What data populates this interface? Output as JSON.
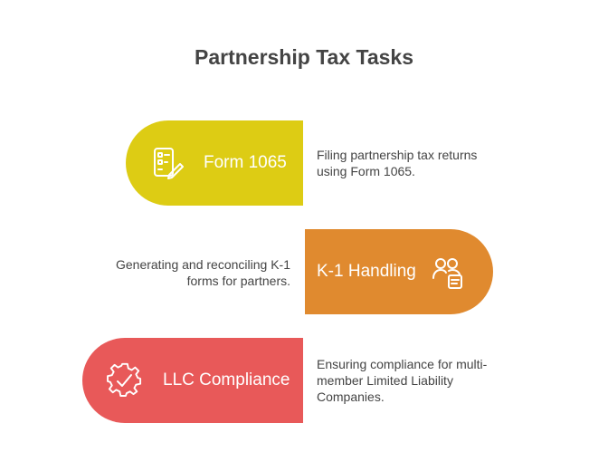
{
  "title": "Partnership Tax Tasks",
  "steps": [
    {
      "label": "Form 1065",
      "icon": "form-checklist-icon",
      "color": "#DDCC14",
      "description_lines": [
        "Filing partnership tax returns",
        "using Form 1065."
      ]
    },
    {
      "label": "K-1 Handling",
      "icon": "partners-document-icon",
      "color": "#E08A2F",
      "description_lines": [
        "Generating and reconciling K-1",
        "forms for partners."
      ]
    },
    {
      "label": "LLC Compliance",
      "icon": "gear-check-icon",
      "color": "#E85959",
      "description_lines": [
        "Ensuring compliance for multi-",
        "member Limited Liability",
        "Companies."
      ]
    }
  ]
}
